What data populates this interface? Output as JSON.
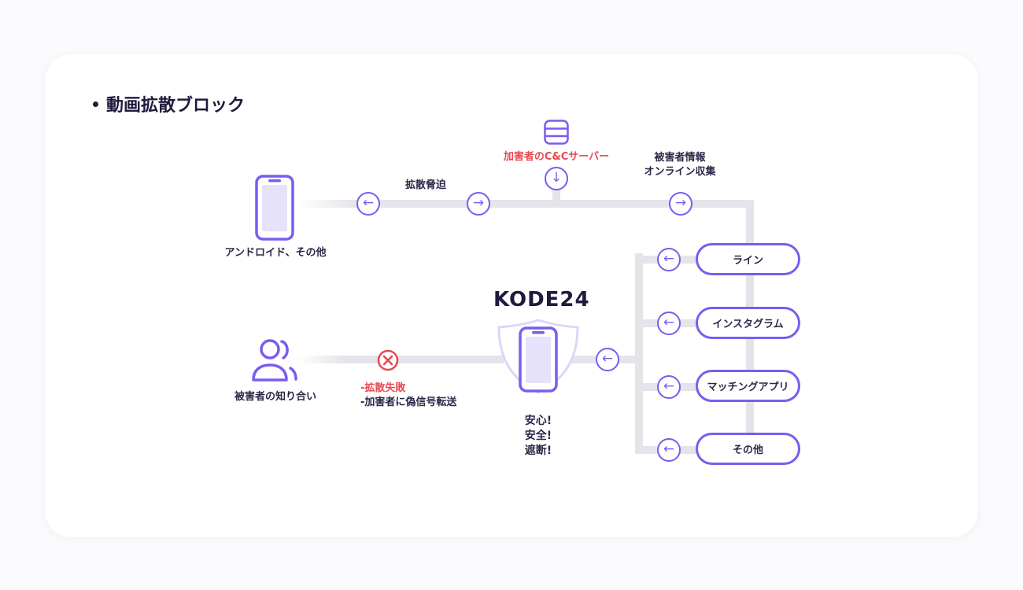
{
  "heading": "動画拡散ブロック",
  "server_label": "加害者のC&Cサーバー",
  "threat_label": "拡散脅迫",
  "collect_label": [
    "被害者情報",
    "オンライン収集"
  ],
  "android_label": "アンドロイド、その他",
  "acquaintance_label": "被害者の知り合い",
  "fail_label": "-拡散失敗",
  "fake_label": "-加害者に偽信号転送",
  "logo": "KODE24",
  "safe_labels": [
    "安心!",
    "安全!",
    "遮断!"
  ],
  "platforms": [
    "ライン",
    "インスタグラム",
    "マッチングアプリ",
    "その他"
  ],
  "colors": {
    "accent": "#7b5cf0",
    "danger": "#e9484f",
    "text": "#2b2848"
  }
}
